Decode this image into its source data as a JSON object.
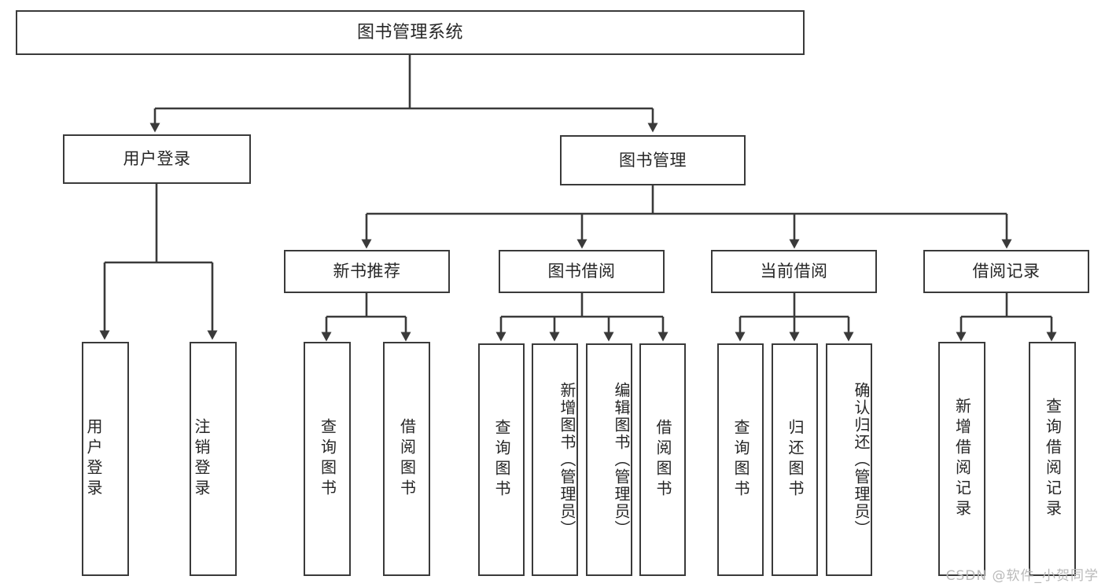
{
  "diagram": {
    "title": "图书管理系统",
    "type": "hierarchy-tree",
    "root": {
      "label": "图书管理系统"
    },
    "level2": [
      {
        "label": "用户登录"
      },
      {
        "label": "图书管理"
      }
    ],
    "level3": [
      {
        "label": "新书推荐"
      },
      {
        "label": "图书借阅"
      },
      {
        "label": "当前借阅"
      },
      {
        "label": "借阅记录"
      }
    ],
    "leaves": {
      "user_login": [
        {
          "label": "用户登录"
        },
        {
          "label": "注销登录"
        }
      ],
      "new_book_recommend": [
        {
          "label": "查询图书"
        },
        {
          "label": "借阅图书"
        }
      ],
      "book_borrow": [
        {
          "label": "查询图书"
        },
        {
          "label": "新增图书（管理员）"
        },
        {
          "label": "编辑图书（管理员）"
        },
        {
          "label": "借阅图书"
        }
      ],
      "current_borrow": [
        {
          "label": "查询图书"
        },
        {
          "label": "归还图书"
        },
        {
          "label": "确认归还（管理员）"
        }
      ],
      "borrow_record": [
        {
          "label": "新增借阅记录"
        },
        {
          "label": "查询借阅记录"
        }
      ]
    }
  },
  "watermark": {
    "text": "CSDN @软件_小贺同学"
  },
  "colors": {
    "stroke": "#3a3a3a",
    "background": "#ffffff",
    "text": "#262626",
    "watermark": "#b9b9b9"
  }
}
